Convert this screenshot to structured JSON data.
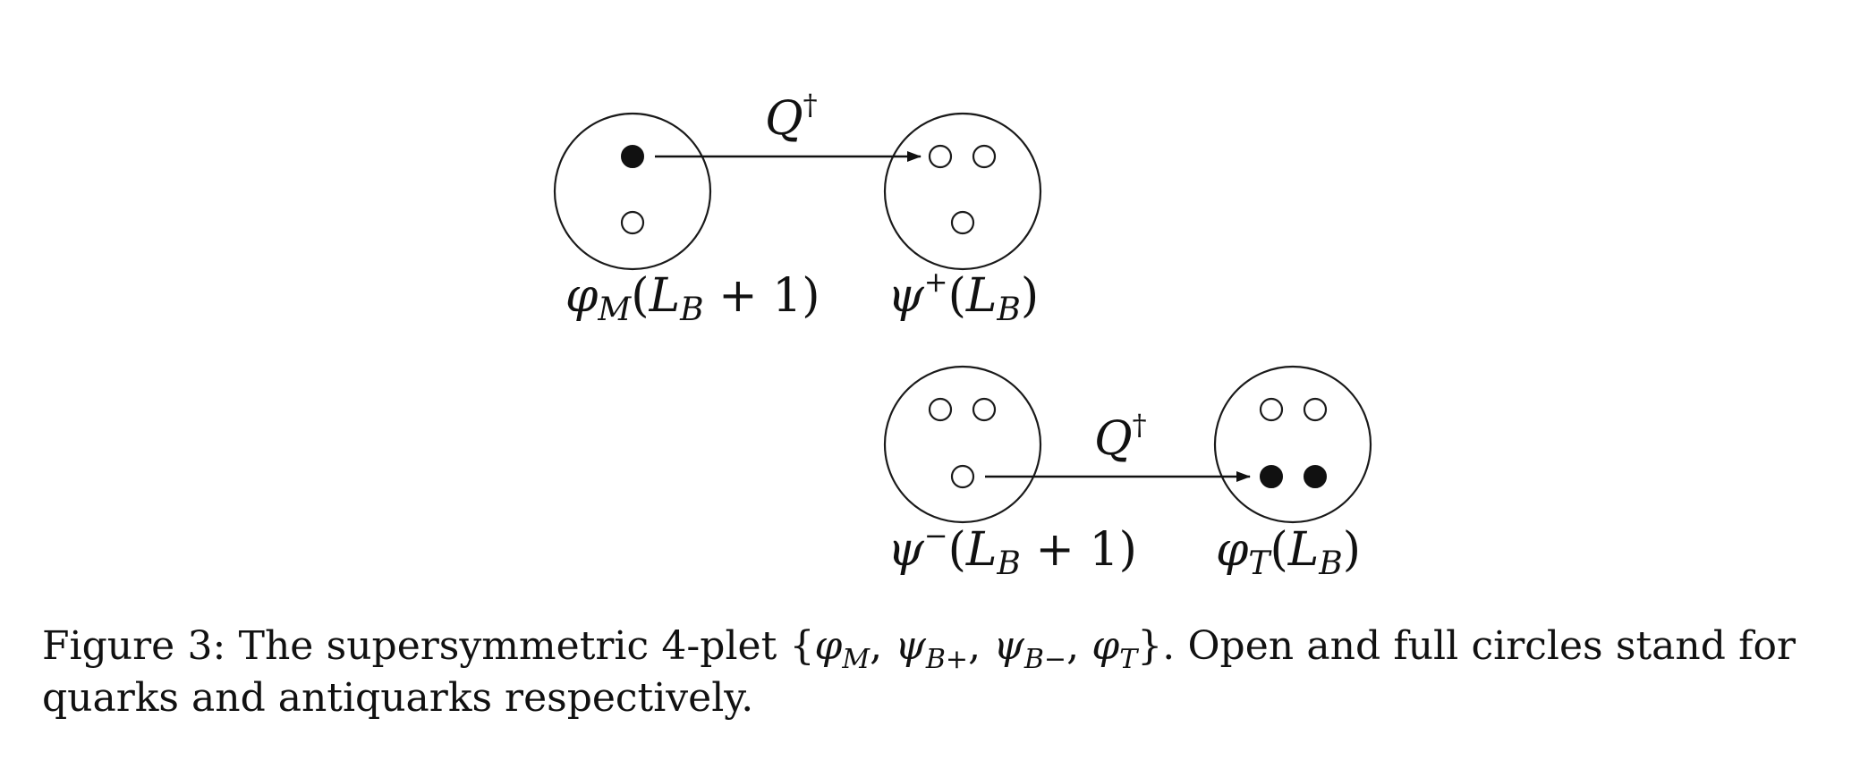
{
  "diagram": {
    "arrow_label_1": "Q",
    "arrow_label_1_sup": "†",
    "arrow_label_2": "Q",
    "arrow_label_2_sup": "†",
    "node_phi_m": {
      "sym": "φ",
      "sub": "M",
      "arg_open": "(",
      "arg_L": "L",
      "arg_sub": "B",
      "arg_rest": " + 1)"
    },
    "node_psi_plus": {
      "sym": "ψ",
      "sup": "+",
      "arg_open": "(",
      "arg_L": "L",
      "arg_sub": "B",
      "arg_rest": ")"
    },
    "node_psi_minus": {
      "sym": "ψ",
      "sup": "−",
      "arg_open": "(",
      "arg_L": "L",
      "arg_sub": "B",
      "arg_rest": " + 1)"
    },
    "node_phi_t": {
      "sym": "φ",
      "sub": "T",
      "arg_open": "(",
      "arg_L": "L",
      "arg_sub": "B",
      "arg_rest": ")"
    }
  },
  "caption": {
    "prefix": "Figure 3:  The supersymmetric 4-plet {",
    "phi1": "φ",
    "phi1_sub": "M",
    "sep1": ", ",
    "psi1": "ψ",
    "psi1_sub": "B+",
    "sep2": ", ",
    "psi2": "ψ",
    "psi2_sub": "B−",
    "sep3": ", ",
    "phi2": "φ",
    "phi2_sub": "T",
    "suffix": "}.  Open and full circles stand for quarks and antiquarks respectively."
  }
}
